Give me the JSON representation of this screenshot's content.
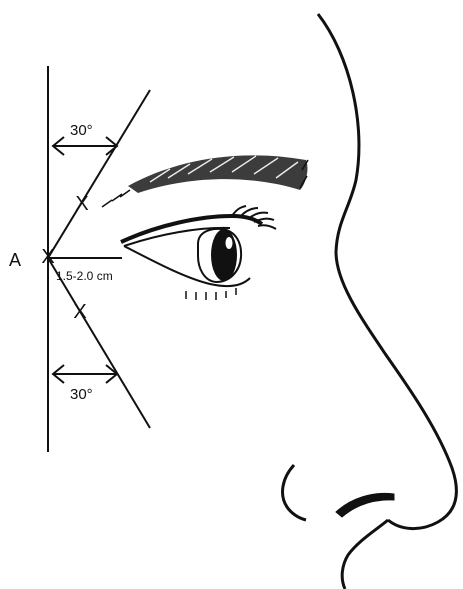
{
  "labels": {
    "point_a": "A",
    "angle_upper": "30°",
    "angle_lower": "30°",
    "distance": "1.5-2.0 cm"
  },
  "marks": {
    "cross": "X"
  },
  "colors": {
    "ink": "#111111",
    "background": "#ffffff"
  }
}
